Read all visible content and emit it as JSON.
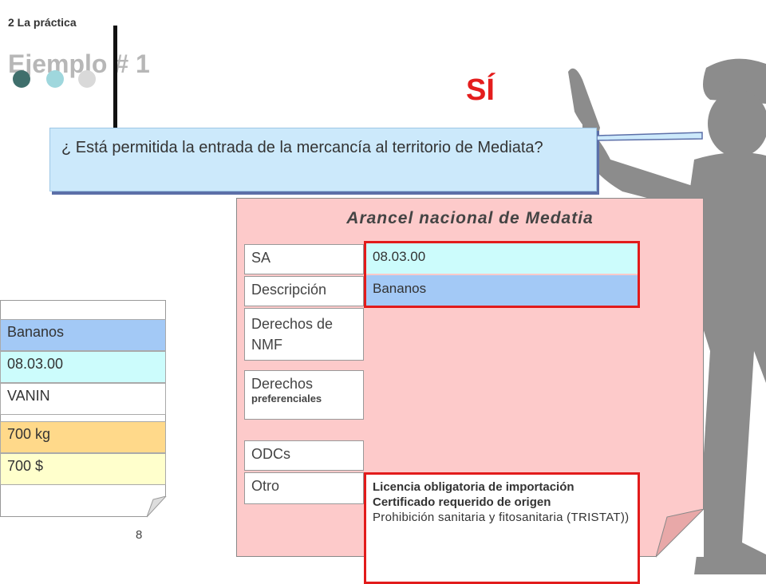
{
  "slide": {
    "section": "2 La práctica",
    "heading": "Ejemplo # 1",
    "answer": "SÍ",
    "question": "¿ Está permitida la entrada de la mercancía al territorio de Mediata?",
    "page_number": "8"
  },
  "document": {
    "rows": [
      "Bananos",
      "08.03.00",
      "VANIN",
      "700 kg",
      "700 $"
    ],
    "colors": [
      "#a3c9f6",
      "#ccfcfc",
      "#ffffff",
      "#ffd98a",
      "#ffffcc"
    ]
  },
  "tariff": {
    "title": "Arancel nacional de Medatia",
    "labels": {
      "sa": "SA",
      "descripcion": "Descripción",
      "derechos_nmf": "Derechos de NMF",
      "derechos_pref_1": "Derechos",
      "derechos_pref_2": "preferenciales",
      "odcs": "ODCs",
      "otro": "Otro"
    },
    "values": {
      "sa": "08.03.00",
      "descripcion": "Bananos"
    },
    "otro_lines": [
      "Licencia obligatoria de importación",
      "Certificado requerido de origen",
      "Prohibición sanitaria y fitosanitaria (TRISTAT))"
    ]
  },
  "colors": {
    "accent_red": "#e21b1b",
    "question_bg": "#cce9fb",
    "tariff_bg": "#fdcaca",
    "silhouette": "#8c8c8c"
  }
}
